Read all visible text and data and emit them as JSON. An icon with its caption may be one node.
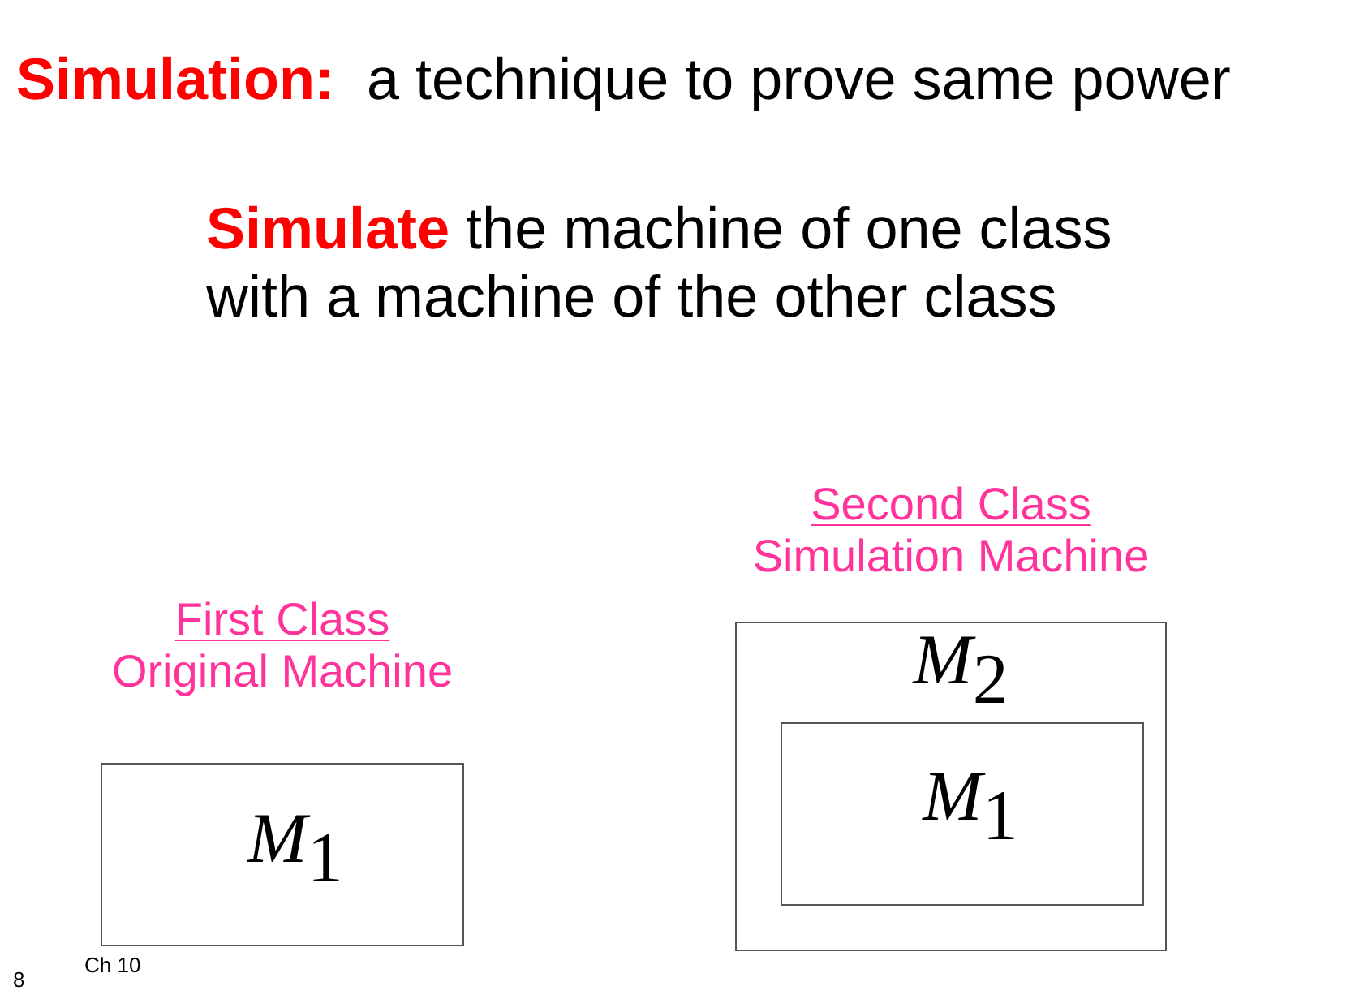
{
  "diagram": {
    "title": "**Simulation:**  a technique to prove same power",
    "nodes": [
      {
        "text": [
          "First Class",
          "Original Machine",
          "M$_{1}$"
        ]
      },
      {
        "text": [
          "Second Class",
          "Simulation Machine",
          "M$_{2}$"
        ]
      },
      {
        "text": [
          "M$_{1}$"
        ],
        "in": 1
      }
    ],
    "labels": [
      "**Simulate** the machine of one class with a machine of the other class",
      "Ch 10",
      "8"
    ]
  }
}
